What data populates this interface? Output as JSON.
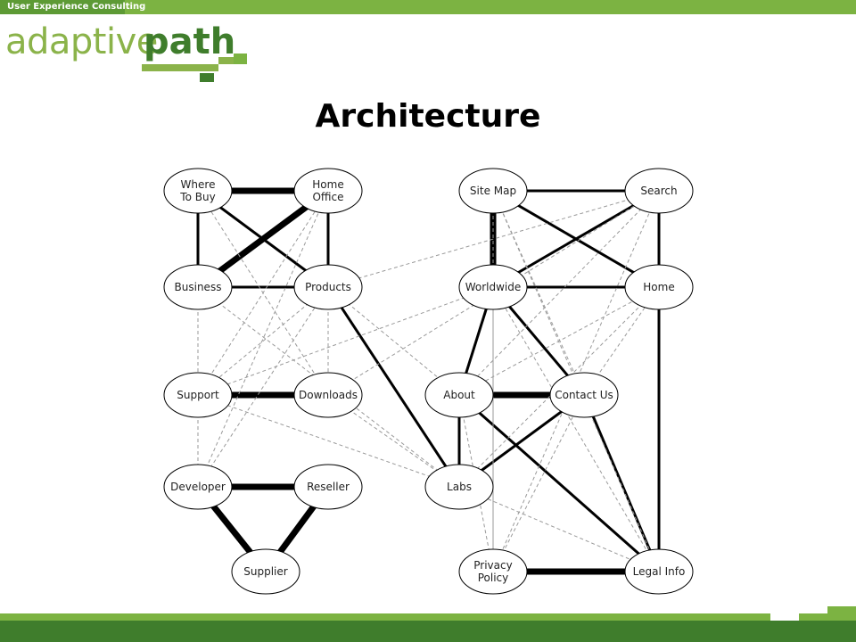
{
  "header": {
    "tagline": "User Experience Consulting",
    "logo": {
      "word1": "adaptive",
      "word2": "path"
    }
  },
  "colors": {
    "green_light": "#7cb342",
    "green_mid": "#5d9a35",
    "green_dark": "#3f7d2c",
    "logo_light": "#8bb34a"
  },
  "title": "Architecture",
  "diagram": {
    "nodes": [
      {
        "id": "where-to-buy",
        "lines": [
          "Where",
          "To Buy"
        ]
      },
      {
        "id": "home-office",
        "lines": [
          "Home",
          "Office"
        ]
      },
      {
        "id": "business",
        "lines": [
          "Business"
        ]
      },
      {
        "id": "products",
        "lines": [
          "Products"
        ]
      },
      {
        "id": "support",
        "lines": [
          "Support"
        ]
      },
      {
        "id": "downloads",
        "lines": [
          "Downloads"
        ]
      },
      {
        "id": "developer",
        "lines": [
          "Developer"
        ]
      },
      {
        "id": "reseller",
        "lines": [
          "Reseller"
        ]
      },
      {
        "id": "supplier",
        "lines": [
          "Supplier"
        ]
      },
      {
        "id": "site-map",
        "lines": [
          "Site Map"
        ]
      },
      {
        "id": "search",
        "lines": [
          "Search"
        ]
      },
      {
        "id": "worldwide",
        "lines": [
          "Worldwide"
        ]
      },
      {
        "id": "home",
        "lines": [
          "Home"
        ]
      },
      {
        "id": "about",
        "lines": [
          "About"
        ]
      },
      {
        "id": "contact-us",
        "lines": [
          "Contact Us"
        ]
      },
      {
        "id": "labs",
        "lines": [
          "Labs"
        ]
      },
      {
        "id": "privacy-policy",
        "lines": [
          "Privacy",
          "Policy"
        ]
      },
      {
        "id": "legal-info",
        "lines": [
          "Legal Info"
        ]
      }
    ],
    "edges": [
      {
        "from": "where-to-buy",
        "to": "home-office",
        "style": "thick"
      },
      {
        "from": "business",
        "to": "home-office",
        "style": "thick"
      },
      {
        "from": "support",
        "to": "downloads",
        "style": "thick"
      },
      {
        "from": "developer",
        "to": "reseller",
        "style": "thick"
      },
      {
        "from": "developer",
        "to": "supplier",
        "style": "thick"
      },
      {
        "from": "reseller",
        "to": "supplier",
        "style": "thick"
      },
      {
        "from": "site-map",
        "to": "worldwide",
        "style": "thick"
      },
      {
        "from": "about",
        "to": "contact-us",
        "style": "thick"
      },
      {
        "from": "privacy-policy",
        "to": "legal-info",
        "style": "thick"
      },
      {
        "from": "where-to-buy",
        "to": "business",
        "style": "solid"
      },
      {
        "from": "where-to-buy",
        "to": "products",
        "style": "solid"
      },
      {
        "from": "home-office",
        "to": "products",
        "style": "solid"
      },
      {
        "from": "business",
        "to": "products",
        "style": "solid"
      },
      {
        "from": "products",
        "to": "labs",
        "style": "solid"
      },
      {
        "from": "site-map",
        "to": "search",
        "style": "solid"
      },
      {
        "from": "site-map",
        "to": "home",
        "style": "solid"
      },
      {
        "from": "search",
        "to": "worldwide",
        "style": "solid"
      },
      {
        "from": "search",
        "to": "home",
        "style": "solid"
      },
      {
        "from": "worldwide",
        "to": "home",
        "style": "solid"
      },
      {
        "from": "worldwide",
        "to": "about",
        "style": "solid"
      },
      {
        "from": "worldwide",
        "to": "contact-us",
        "style": "solid"
      },
      {
        "from": "home",
        "to": "legal-info",
        "style": "solid"
      },
      {
        "from": "about",
        "to": "labs",
        "style": "solid"
      },
      {
        "from": "about",
        "to": "legal-info",
        "style": "solid"
      },
      {
        "from": "contact-us",
        "to": "labs",
        "style": "solid"
      },
      {
        "from": "contact-us",
        "to": "legal-info",
        "style": "solid"
      },
      {
        "from": "where-to-buy",
        "to": "downloads",
        "style": "dashed"
      },
      {
        "from": "home-office",
        "to": "support",
        "style": "dashed"
      },
      {
        "from": "home-office",
        "to": "developer",
        "style": "dashed"
      },
      {
        "from": "business",
        "to": "support",
        "style": "dashed"
      },
      {
        "from": "business",
        "to": "labs",
        "style": "dashed"
      },
      {
        "from": "products",
        "to": "support",
        "style": "dashed"
      },
      {
        "from": "products",
        "to": "downloads",
        "style": "dashed"
      },
      {
        "from": "products",
        "to": "developer",
        "style": "dashed"
      },
      {
        "from": "products",
        "to": "search",
        "style": "dashed"
      },
      {
        "from": "products",
        "to": "about",
        "style": "dashed"
      },
      {
        "from": "support",
        "to": "developer",
        "style": "dashed"
      },
      {
        "from": "support",
        "to": "labs",
        "style": "dashed"
      },
      {
        "from": "support",
        "to": "worldwide",
        "style": "dashed"
      },
      {
        "from": "downloads",
        "to": "labs",
        "style": "dashed"
      },
      {
        "from": "downloads",
        "to": "search",
        "style": "dashed"
      },
      {
        "from": "labs",
        "to": "legal-info",
        "style": "dashed"
      },
      {
        "from": "labs",
        "to": "home",
        "style": "dashed"
      },
      {
        "from": "site-map",
        "to": "contact-us",
        "style": "dashed"
      },
      {
        "from": "site-map",
        "to": "privacy-policy",
        "style": "dashed"
      },
      {
        "from": "site-map",
        "to": "legal-info",
        "style": "dashed"
      },
      {
        "from": "search",
        "to": "about",
        "style": "dashed"
      },
      {
        "from": "search",
        "to": "privacy-policy",
        "style": "dashed"
      },
      {
        "from": "worldwide",
        "to": "legal-info",
        "style": "dashed"
      },
      {
        "from": "worldwide",
        "to": "privacy-policy",
        "style": "dashed"
      },
      {
        "from": "home",
        "to": "contact-us",
        "style": "dashed"
      },
      {
        "from": "home",
        "to": "about",
        "style": "dashed"
      },
      {
        "from": "about",
        "to": "privacy-policy",
        "style": "dashed"
      },
      {
        "from": "contact-us",
        "to": "privacy-policy",
        "style": "dashed"
      }
    ]
  }
}
